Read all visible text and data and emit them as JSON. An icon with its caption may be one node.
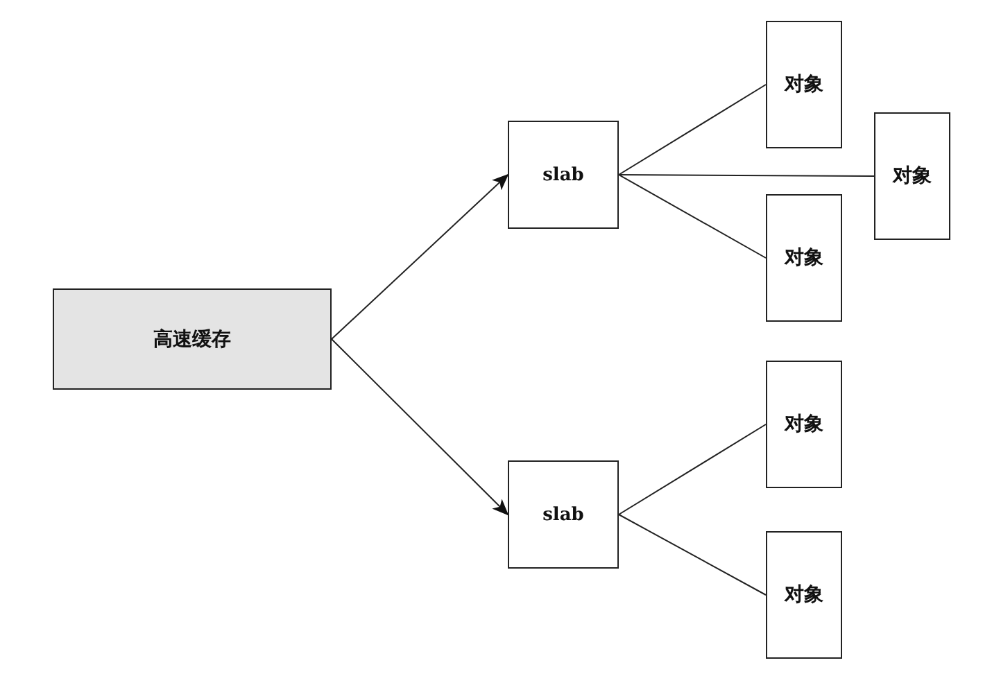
{
  "diagram": {
    "nodes": [
      {
        "text": [
          "高速缓存"
        ]
      },
      {
        "text": [
          "slab"
        ]
      },
      {
        "text": [
          "对象"
        ]
      },
      {
        "text": [
          "对象"
        ]
      },
      {
        "text": [
          "对象"
        ]
      },
      {
        "text": [
          "slab"
        ]
      },
      {
        "text": [
          "对象"
        ]
      },
      {
        "text": [
          "对象"
        ]
      }
    ],
    "edges": [
      {
        "from": 0,
        "to": 1,
        "arrow": "to"
      },
      {
        "from": 0,
        "to": 5,
        "arrow": "to"
      },
      {
        "from": 1,
        "to": 2,
        "arrow": "none"
      },
      {
        "from": 1,
        "to": 3,
        "arrow": "none"
      },
      {
        "from": 1,
        "to": 4,
        "arrow": "none"
      },
      {
        "from": 5,
        "to": 6,
        "arrow": "none"
      },
      {
        "from": 5,
        "to": 7,
        "arrow": "none"
      }
    ]
  }
}
